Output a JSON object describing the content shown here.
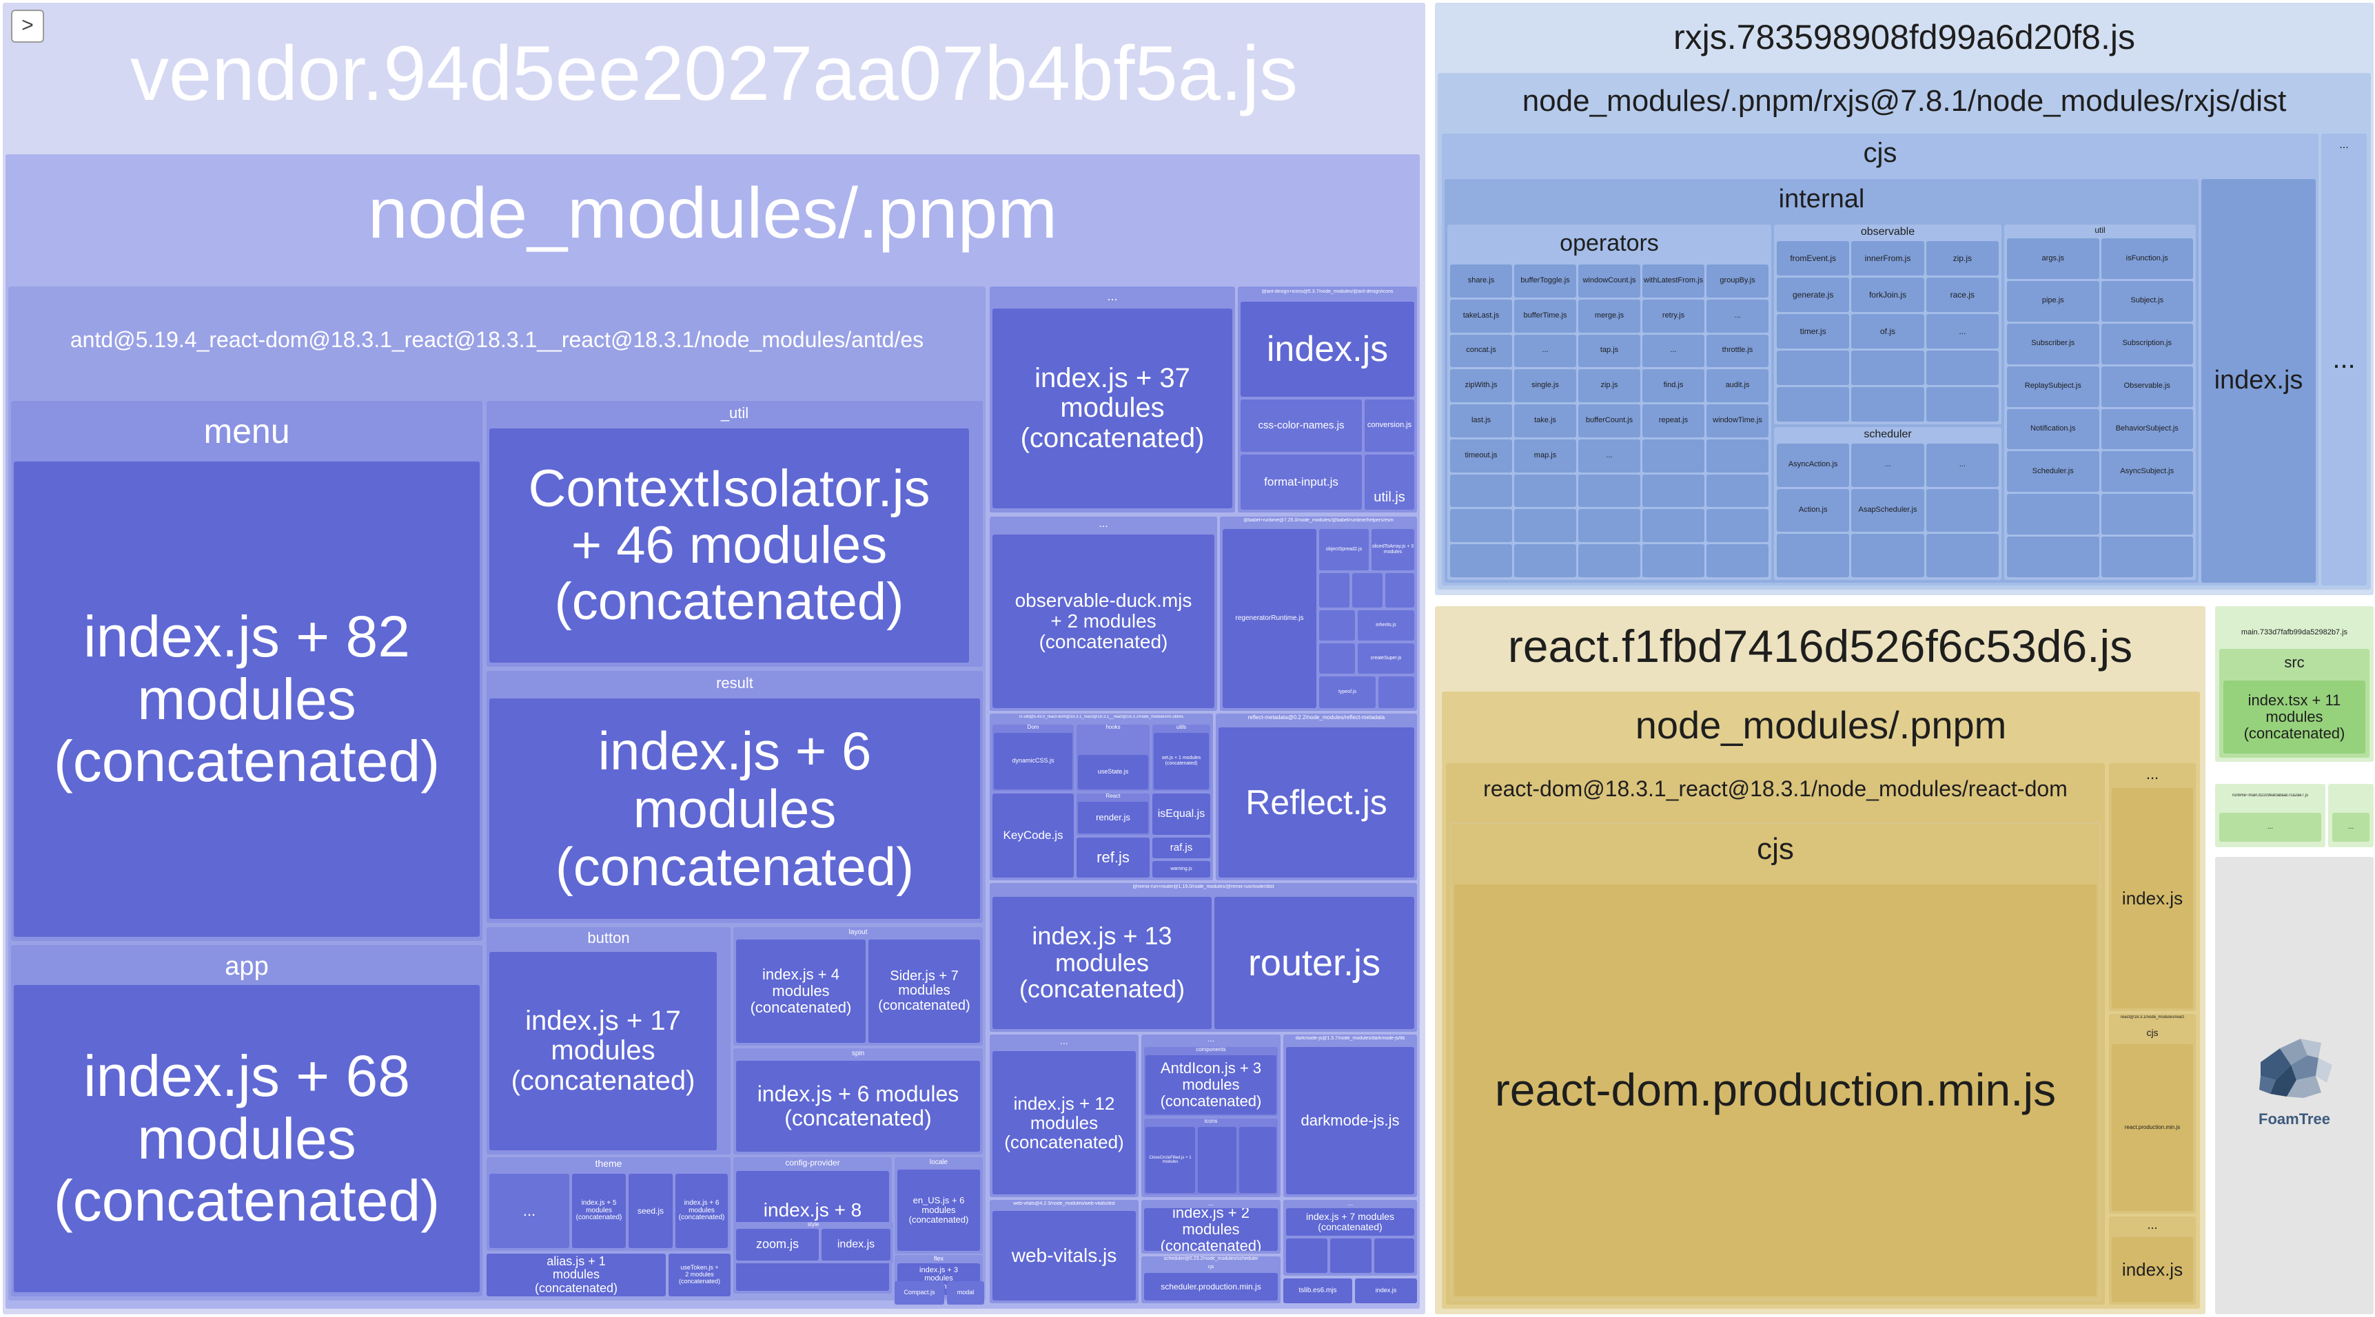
{
  "sidebar_toggle": {
    "icon": "chevron-right-icon",
    "label": ">"
  },
  "colors": {
    "vendor": "#d5d8f3",
    "vendor_leaf": "#5f68d3",
    "rxjs": "#d2def1",
    "rxjs_leaf": "#7f9ed8",
    "react": "#ece2bf",
    "react_leaf": "#d3b969",
    "main": "#dbf0cf",
    "main_leaf": "#96d27c",
    "foamtree_panel": "#e4e4e4"
  },
  "vendor": {
    "title": "vendor.94d5ee2027aa07b4bf5a.js",
    "pnpm": "node_modules/.pnpm",
    "antd": "antd@5.19.4_react-dom@18.3.1_react@18.3.1__react@18.3.1/node_modules/antd/es",
    "menu": {
      "label": "menu",
      "module": "index.js + 82\nmodules\n(concatenated)"
    },
    "app": {
      "label": "app",
      "module": "index.js + 68\nmodules\n(concatenated)"
    },
    "util": {
      "label": "_util",
      "module": "ContextIsolator.js\n+ 46 modules\n(concatenated)"
    },
    "result": {
      "label": "result",
      "module": "index.js + 6\nmodules\n(concatenated)"
    },
    "button": {
      "label": "button",
      "module": "index.js + 17\nmodules\n(concatenated)"
    },
    "layout": {
      "label": "layout",
      "items": [
        "index.js + 4\nmodules\n(concatenated)",
        "Sider.js + 7\nmodules\n(concatenated)"
      ]
    },
    "spin": {
      "label": "spin",
      "module": "index.js + 6 modules\n(concatenated)"
    },
    "config_provider": {
      "label": "config-provider",
      "module": "index.js + 8\nmodules\n(concatenated)"
    },
    "locale": {
      "label": "locale",
      "module": "en_US.js + 6\nmodules\n(concatenated)"
    },
    "theme": {
      "label": "theme",
      "items": [
        "...",
        "index.js + 5\nmodules\n(concatenated)",
        "seed.js",
        "index.js + 6\nmodules\n(concatenated)"
      ]
    },
    "alias": "alias.js + 1\nmodules\n(concatenated)",
    "useToken": "useToken.js +\n2 modules\n(concatenated)",
    "style": {
      "label": "style",
      "items": [
        "zoom.js",
        "index.js"
      ]
    },
    "flex": {
      "label": "flex",
      "module": "index.js + 3\nmodules\n(concatenated)"
    },
    "space": "space",
    "modal": "modal",
    "compact": "Compact.js",
    "toolbar": "index.js",
    "col_a": {
      "label": "...",
      "module": "index.js + 37\nmodules\n(concatenated)"
    },
    "col_b": {
      "label": "@ant-design+icons@5.3.7/node_modules/@ant-design/icons",
      "module": "index.js",
      "items": [
        "css-color-names.js",
        "conversion.js",
        "format-input.js",
        "util.js"
      ]
    },
    "observable": {
      "label": "...",
      "module": "observable-duck.mjs\n+ 2 modules\n(concatenated)"
    },
    "babel": {
      "label": "@babel+runtime@7.25.0/node_modules/@babel/runtime/helpers/esm",
      "module": "regeneratorRuntime.js",
      "items": [
        "objectSpread2.js",
        "slicedToArray.js + 3 modules",
        "inherits.js",
        "createSuper.js",
        "typeof.js"
      ]
    },
    "rc_util": {
      "label": "rc-util@5.43.0_react-dom@18.3.1_react@18.3.1__react@18.3.1/node_modules/rc-util/es",
      "items": [
        "Dom",
        "hooks",
        "utils",
        "dynamicCSS.js",
        "useState.js",
        "set.js + 1 modules\n(concatenated)",
        "React",
        "isEqual.js",
        "render.js",
        "raf.js",
        "KeyCode.js",
        "ref.js",
        "warning.js"
      ]
    },
    "reflect": {
      "label": "reflect-metadata@0.2.2/node_modules/reflect-metadata",
      "module": "Reflect.js"
    },
    "router_pkg": {
      "label": "@remix-run+router@1.19.0/node_modules/@remix-run/router/dist",
      "module": "router.js"
    },
    "router_mod": "index.js + 13\nmodules\n(concatenated)",
    "misc_a": {
      "label": "...",
      "module": "index.js + 12\nmodules\n(concatenated)"
    },
    "components": {
      "label": "components",
      "module": "AntdIcon.js + 3\nmodules\n(concatenated)"
    },
    "darkmode": {
      "label": "darkmode-js@1.5.7/node_modules/darkmode-js/lib",
      "module": "darkmode-js.js"
    },
    "icons_svg": {
      "label": "@ant-design+icons-svg@4.4.2",
      "items": [
        "icons",
        "CloseCircleFilled.js + 1 modules"
      ]
    },
    "web_vitals": {
      "label": "web-vitals@4.2.3/node_modules/web-vitals/dist",
      "module": "web-vitals.js"
    },
    "misc_b": {
      "label": "...",
      "module": "index.js + 2\nmodules\n(concatenated)"
    },
    "misc_c": {
      "label": "...",
      "module": "index.js + 7 modules\n(concatenated)"
    },
    "scheduler": {
      "label": "scheduler@0.23.2/node_modules/scheduler",
      "cjs": "cjs",
      "module": "scheduler.production.min.js"
    },
    "tslib": "tslib.es6.mjs",
    "tail": "index.js"
  },
  "rxjs": {
    "title": "rxjs.783598908fd99a6d20f8.js",
    "path": "node_modules/.pnpm/rxjs@7.8.1/node_modules/rxjs/dist",
    "cjs": "cjs",
    "internal": "internal",
    "operators": "operators",
    "operator_files": [
      "share.js",
      "bufferToggle.js",
      "windowCount.js",
      "withLatestFrom.js",
      "groupBy.js",
      "takeLast.js",
      "bufferTime.js",
      "merge.js",
      "retry.js",
      "...",
      "concat.js",
      "...",
      "tap.js",
      "...",
      "throttle.js",
      "zipWith.js",
      "single.js",
      "zip.js",
      "find.js",
      "audit.js",
      "last.js",
      "take.js",
      "bufferCount.js",
      "repeat.js",
      "windowTime.js",
      "timeout.js",
      "map.js",
      "..."
    ],
    "observable": "observable",
    "observable_files": [
      "fromEvent.js",
      "innerFrom.js",
      "zip.js",
      "generate.js",
      "forkJoin.js",
      "race.js",
      "timer.js",
      "of.js",
      "..."
    ],
    "util": "util",
    "util_files": [
      "args.js",
      "isFunction.js",
      "pipe.js"
    ],
    "scheduler": "scheduler",
    "scheduler_files": [
      "AsyncAction.js",
      "...",
      "...",
      "Action.js",
      "AsapScheduler.js"
    ],
    "root_files": [
      "Subject.js",
      "Subscriber.js",
      "Subscription.js",
      "ReplaySubject.js",
      "Observable.js",
      "Notification.js",
      "BehaviorSubject.js",
      "Scheduler.js",
      "AsyncSubject.js"
    ],
    "index": "index.js",
    "more": "...",
    "more_small": "..."
  },
  "react": {
    "title": "react.f1fbd7416d526f6c53d6.js",
    "pnpm": "node_modules/.pnpm",
    "react_dom": "react-dom@18.3.1_react@18.3.1/node_modules/react-dom",
    "cjs": "cjs",
    "production": "react-dom.production.min.js",
    "side_more": "...",
    "side_index": "index.js",
    "react_pkg": "react@18.3.1/node_modules/react",
    "react_cjs": "cjs",
    "react_prod": "react.production.min.js",
    "bottom_more": "...",
    "bottom_index": "index.js"
  },
  "main": {
    "title": "main.733d7fafb99da52982b7.js",
    "src": "src",
    "module": "index.tsx + 11\nmodules\n(concatenated)",
    "small_a": "runtime~main.b22c9ea0a8aac7ca2ae7.js",
    "small_a_child": "...",
    "small_b_child": "..."
  },
  "foamtree": {
    "logo_icon": "foamtree-logo-icon",
    "label": "FoamTree"
  }
}
